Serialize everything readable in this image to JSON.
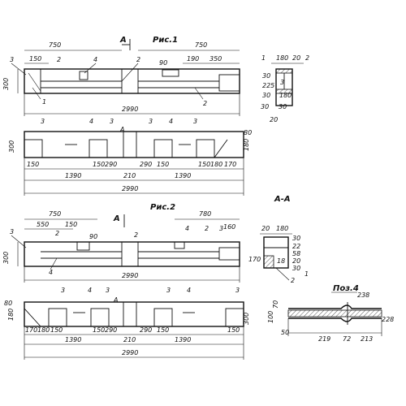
{
  "fig1": {
    "title": "Рис.1",
    "section_marker": "А",
    "top": {
      "dim_left_750": "750",
      "dim_right_750": "750",
      "dim_150_left": "150",
      "dim_190": "190",
      "dim_350": "350",
      "dim_90": "90",
      "height_300": "300",
      "overall": "2990",
      "pos3": "3",
      "pos2a": "2",
      "pos4": "4",
      "pos2b": "2",
      "pos1": "1",
      "pos2c": "2"
    },
    "side": {
      "pos1": "1",
      "d180": "180",
      "d20": "20",
      "pos2": "2",
      "h30a": "30",
      "h225": "225",
      "h30b": "30",
      "w180": "180",
      "w30a": "30",
      "w30b": "30",
      "w20": "20",
      "pos3": "3"
    },
    "plan": {
      "pos3a": "3",
      "pos4a": "4",
      "pos3b": "3",
      "marker": "А",
      "pos3c": "3",
      "pos4b": "4",
      "pos3d": "3",
      "h300": "300",
      "h180": "180",
      "h80": "80",
      "d150a": "150",
      "d150b": "150",
      "d290a": "290",
      "d290b": "290",
      "d150c": "150",
      "d150d": "150",
      "d180": "180",
      "d170": "170",
      "d210": "210",
      "span1": "1390",
      "span2": "1390",
      "overall": "2990"
    }
  },
  "fig2": {
    "title": "Рис.2",
    "section_marker": "А",
    "top": {
      "d750": "750",
      "d550": "550",
      "d150": "150",
      "d780": "780",
      "d160": "160",
      "d90": "90",
      "h300": "300",
      "overall": "2990",
      "pos3": "3",
      "pos2": "2",
      "pos4a": "4",
      "pos2b": "2",
      "pos4b": "4",
      "pos2c": "2",
      "pos3b": "3"
    },
    "plan": {
      "pos3a": "3",
      "pos4a": "4",
      "pos3b": "3",
      "marker": "А",
      "pos3c": "3",
      "pos4b": "4",
      "pos3d": "3",
      "h80": "80",
      "h180": "180",
      "h300": "300",
      "d170": "170",
      "d180": "180",
      "d150a": "150",
      "d150b": "150",
      "d290a": "290",
      "d290b": "290",
      "d150c": "150",
      "d150d": "150",
      "d210": "210",
      "span1": "1390",
      "span2": "1390",
      "overall": "2990"
    }
  },
  "sectionAA": {
    "title": "А-А",
    "d20": "20",
    "d180": "180",
    "d30": "30",
    "d22": "22",
    "d58": "58",
    "d20b": "20",
    "d18": "18",
    "d170": "170",
    "d30b": "30",
    "pos2": "2",
    "pos1": "1"
  },
  "pos4": {
    "title": "Поз.4",
    "d238": "238",
    "d70": "70",
    "d100": "100",
    "d228": "228",
    "d50": "50",
    "d219": "219",
    "d72": "72",
    "d213": "213"
  }
}
